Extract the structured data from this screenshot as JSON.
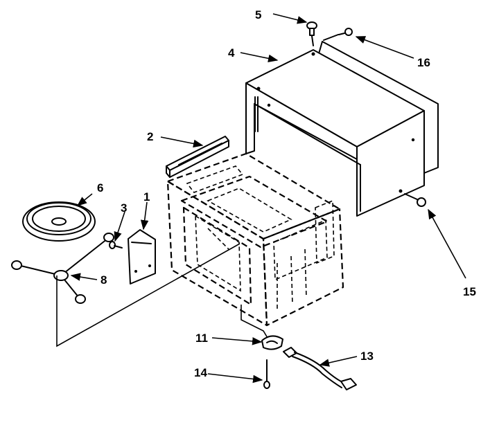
{
  "callouts": {
    "c1": "1",
    "c2": "2",
    "c3": "3",
    "c4": "4",
    "c5": "5",
    "c6": "6",
    "c8": "8",
    "c11": "11",
    "c13": "13",
    "c14": "14",
    "c15": "15",
    "c16": "16"
  },
  "colors": {
    "line": "#000000",
    "background": "#ffffff"
  }
}
